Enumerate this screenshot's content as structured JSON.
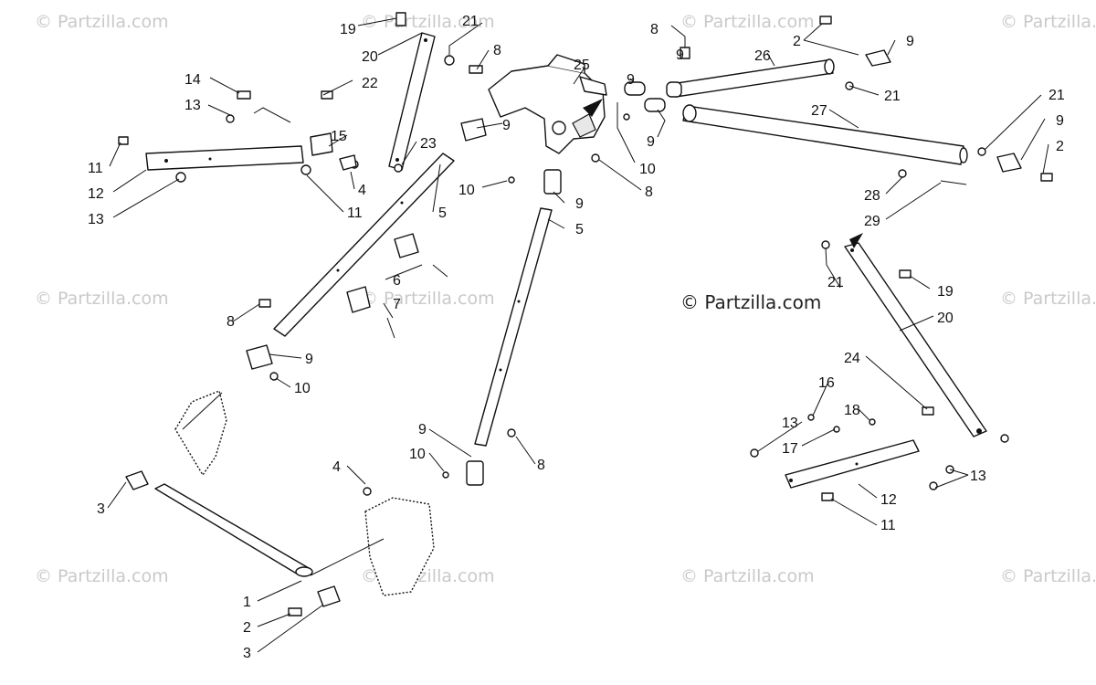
{
  "watermark": {
    "text": "© Partzilla.com",
    "main_text": "© Partzilla.com"
  },
  "callouts": {
    "c1": "1",
    "c2a": "2",
    "c2b": "2",
    "c2c": "2",
    "c3a": "3",
    "c3b": "3",
    "c4a": "4",
    "c4b": "4",
    "c5a": "5",
    "c5b": "5",
    "c6": "6",
    "c7": "7",
    "c8a": "8",
    "c8b": "8",
    "c8c": "8",
    "c8d": "8",
    "c8e": "8",
    "c9a": "9",
    "c9b": "9",
    "c9c": "9",
    "c9d": "9",
    "c9e": "9",
    "c9f": "9",
    "c9g": "9",
    "c9h": "9",
    "c9i": "9",
    "c10a": "10",
    "c10b": "10",
    "c10c": "10",
    "c10d": "10",
    "c11a": "11",
    "c11b": "11",
    "c11c": "11",
    "c12a": "12",
    "c12b": "12",
    "c13a": "13",
    "c13b": "13",
    "c13c": "13",
    "c13d": "13",
    "c14": "14",
    "c15": "15",
    "c16": "16",
    "c17": "17",
    "c18": "18",
    "c19a": "19",
    "c19b": "19",
    "c20a": "20",
    "c20b": "20",
    "c21a": "21",
    "c21b": "21",
    "c21c": "21",
    "c21d": "21",
    "c22": "22",
    "c23": "23",
    "c24": "24",
    "c25": "25",
    "c26": "26",
    "c27": "27",
    "c28": "28",
    "c29": "29"
  }
}
